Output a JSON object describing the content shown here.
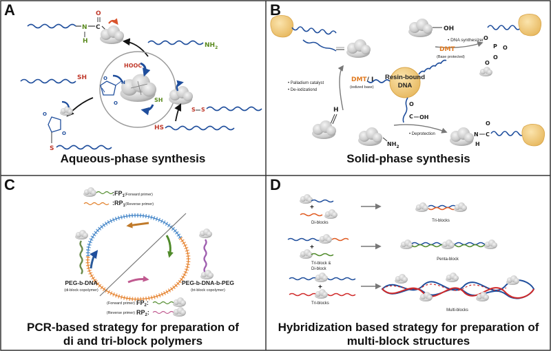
{
  "colors": {
    "dna_blue": "#1f4e9c",
    "orange": "#e07a20",
    "red_text": "#c0392b",
    "green_text": "#5a8a1e",
    "resin": "#f3cf7e",
    "cloud": "#d9d9d9"
  },
  "panels": {
    "A": {
      "letter": "A",
      "caption": "Aqueous-phase synthesis",
      "labels": {
        "amide_o": "O",
        "amide_n": "N",
        "amide_h": "H",
        "amide_c": "C",
        "nh2": "NH",
        "nh2_sub": "2",
        "sh_top": "SH",
        "hooc": "HOOC",
        "sh_center": "SH",
        "s_left": "S",
        "s_right1": "S",
        "s_right2": "S",
        "hs_bottom": "HS"
      }
    },
    "B": {
      "letter": "B",
      "caption": "Solid-phase synthesis",
      "labels": {
        "oh_top": "OH",
        "dna_synth": "DNA synthesizer",
        "dmt_top": "DMT",
        "base_protected": "(Base protected)",
        "dmt_left": "DMT",
        "slash_i": "/ I",
        "iodized": "(iodized base)",
        "palladium": "Palladium catalyst",
        "deiodization": "De-iodizationd",
        "resin_bound": "Resin-bound",
        "dna": "DNA",
        "h_alkyne": "H",
        "c_oh": "C",
        "oh_mid": "OH",
        "o_mid": "O",
        "nh2": "NH",
        "nh2_sub": "2",
        "deprotection": "Deprotection",
        "n_amide": "N",
        "c_amide": "C",
        "h_amide": "H",
        "o_amide": "O",
        "p": "P",
        "o1": "O",
        "o2": "O",
        "o3": "O",
        "o4": "O"
      }
    },
    "C": {
      "letter": "C",
      "caption_line1": "PCR-based strategy for preparation of",
      "caption_line2": "di and tri-block polymers",
      "labels": {
        "fp1": ":FP",
        "fp1_sub": "1",
        "fp1_note": "(Forward primer)",
        "rp1": ":RP",
        "rp1_sub": "1",
        "rp1_note": "(Reverse primer)",
        "peg_b_dna": "PEG-b-DNA",
        "diblock_note": "(di-block copolymer)",
        "peg_b_dna_b_peg": "PEG-b-DNA-b-PEG",
        "triblock_note": "(tri-block copolymer)",
        "fp2_note": "(Forward primer)",
        "fp2": "FP",
        "fp2_sub": "2",
        "rp2_note": "(Reverse primer)",
        "rp2": "RP",
        "rp2_sub": "2"
      }
    },
    "D": {
      "letter": "D",
      "caption_line1": "Hybridization based strategy for preparation of",
      "caption_line2": "multi-block structures",
      "labels": {
        "plus": "+",
        "di_blocks": "Di-blocks",
        "tri_blocks_out": "Tri-blocks",
        "tri_di": "Tri-block &",
        "di_block": "Di-block",
        "penta": "Penta-block",
        "tri_blocks_in": "Tri-blocks",
        "multi": "Multi-blocks"
      }
    }
  }
}
